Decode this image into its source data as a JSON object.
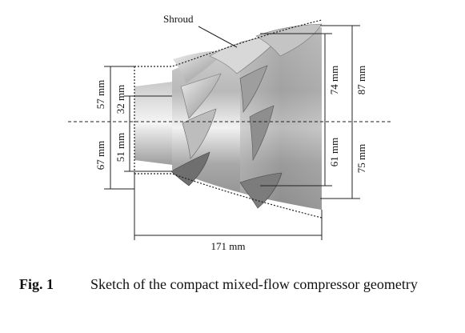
{
  "diagram": {
    "shroud_label": "Shroud",
    "dimensions": {
      "inlet_upper_outer": "57 mm",
      "inlet_upper_hub": "32 mm",
      "inlet_lower_outer": "67 mm",
      "inlet_lower_hub": "51 mm",
      "outlet_upper_inner": "74 mm",
      "outlet_upper_outer": "87 mm",
      "outlet_lower_inner": "61 mm",
      "outlet_lower_outer": "75 mm",
      "axial_length": "171 mm"
    }
  },
  "caption": {
    "label": "Fig.  1",
    "text": "Sketch of the compact mixed-flow compressor geometry"
  }
}
